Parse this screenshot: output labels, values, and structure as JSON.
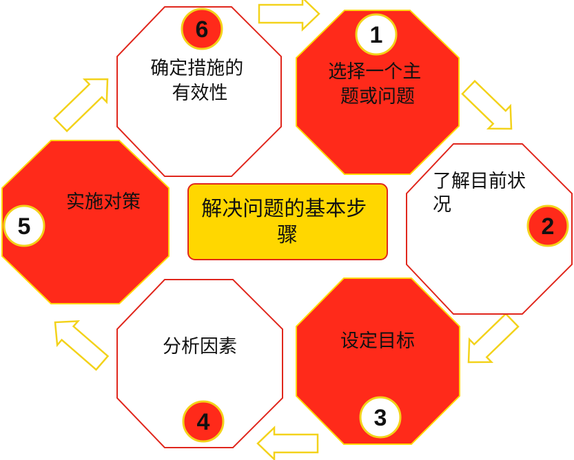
{
  "colors": {
    "red": "#ff2a1a",
    "white": "#ffffff",
    "outline_red": "#e0261c",
    "yellow": "#ffd700",
    "arrow_yellow": "#f3d21a"
  },
  "center": {
    "lines": [
      "解决问题的基本步",
      "骤"
    ]
  },
  "steps": [
    {
      "number": "1",
      "lines": [
        "选择一个主",
        "题或问题"
      ],
      "fill": "red"
    },
    {
      "number": "2",
      "lines": [
        "了解目前状",
        "况"
      ],
      "fill": "white"
    },
    {
      "number": "3",
      "lines": [
        "设定目标"
      ],
      "fill": "red"
    },
    {
      "number": "4",
      "lines": [
        "分析因素"
      ],
      "fill": "white"
    },
    {
      "number": "5",
      "lines": [
        "实施对策"
      ],
      "fill": "red"
    },
    {
      "number": "6",
      "lines": [
        "确定措施的",
        "有效性"
      ],
      "fill": "white"
    }
  ]
}
